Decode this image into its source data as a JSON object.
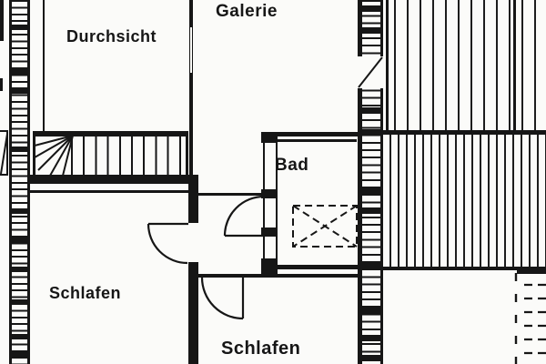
{
  "plan": {
    "kind": "attic floor plan (scanned architectural drawing)",
    "rooms": {
      "durchsicht": "Durchsicht",
      "galerie": "Galerie",
      "bad": "Bad",
      "schlafen_left": "Schlafen",
      "schlafen_bottom": "Schlafen"
    },
    "symbols": {
      "shower": "dashed-box-with-x",
      "stairs": "winder-staircase",
      "doors": [
        "bad-door",
        "schlafen-left-door",
        "schlafen-bottom-door"
      ],
      "party_walls": [
        "left-checkered-wall",
        "center-checkered-wall"
      ],
      "roof_hatch": [
        "upper-sparse-vertical-hatch",
        "lower-dense-vertical-hatch"
      ]
    },
    "colors": {
      "ink": "#161616",
      "paper": "#fbfbf9"
    }
  }
}
